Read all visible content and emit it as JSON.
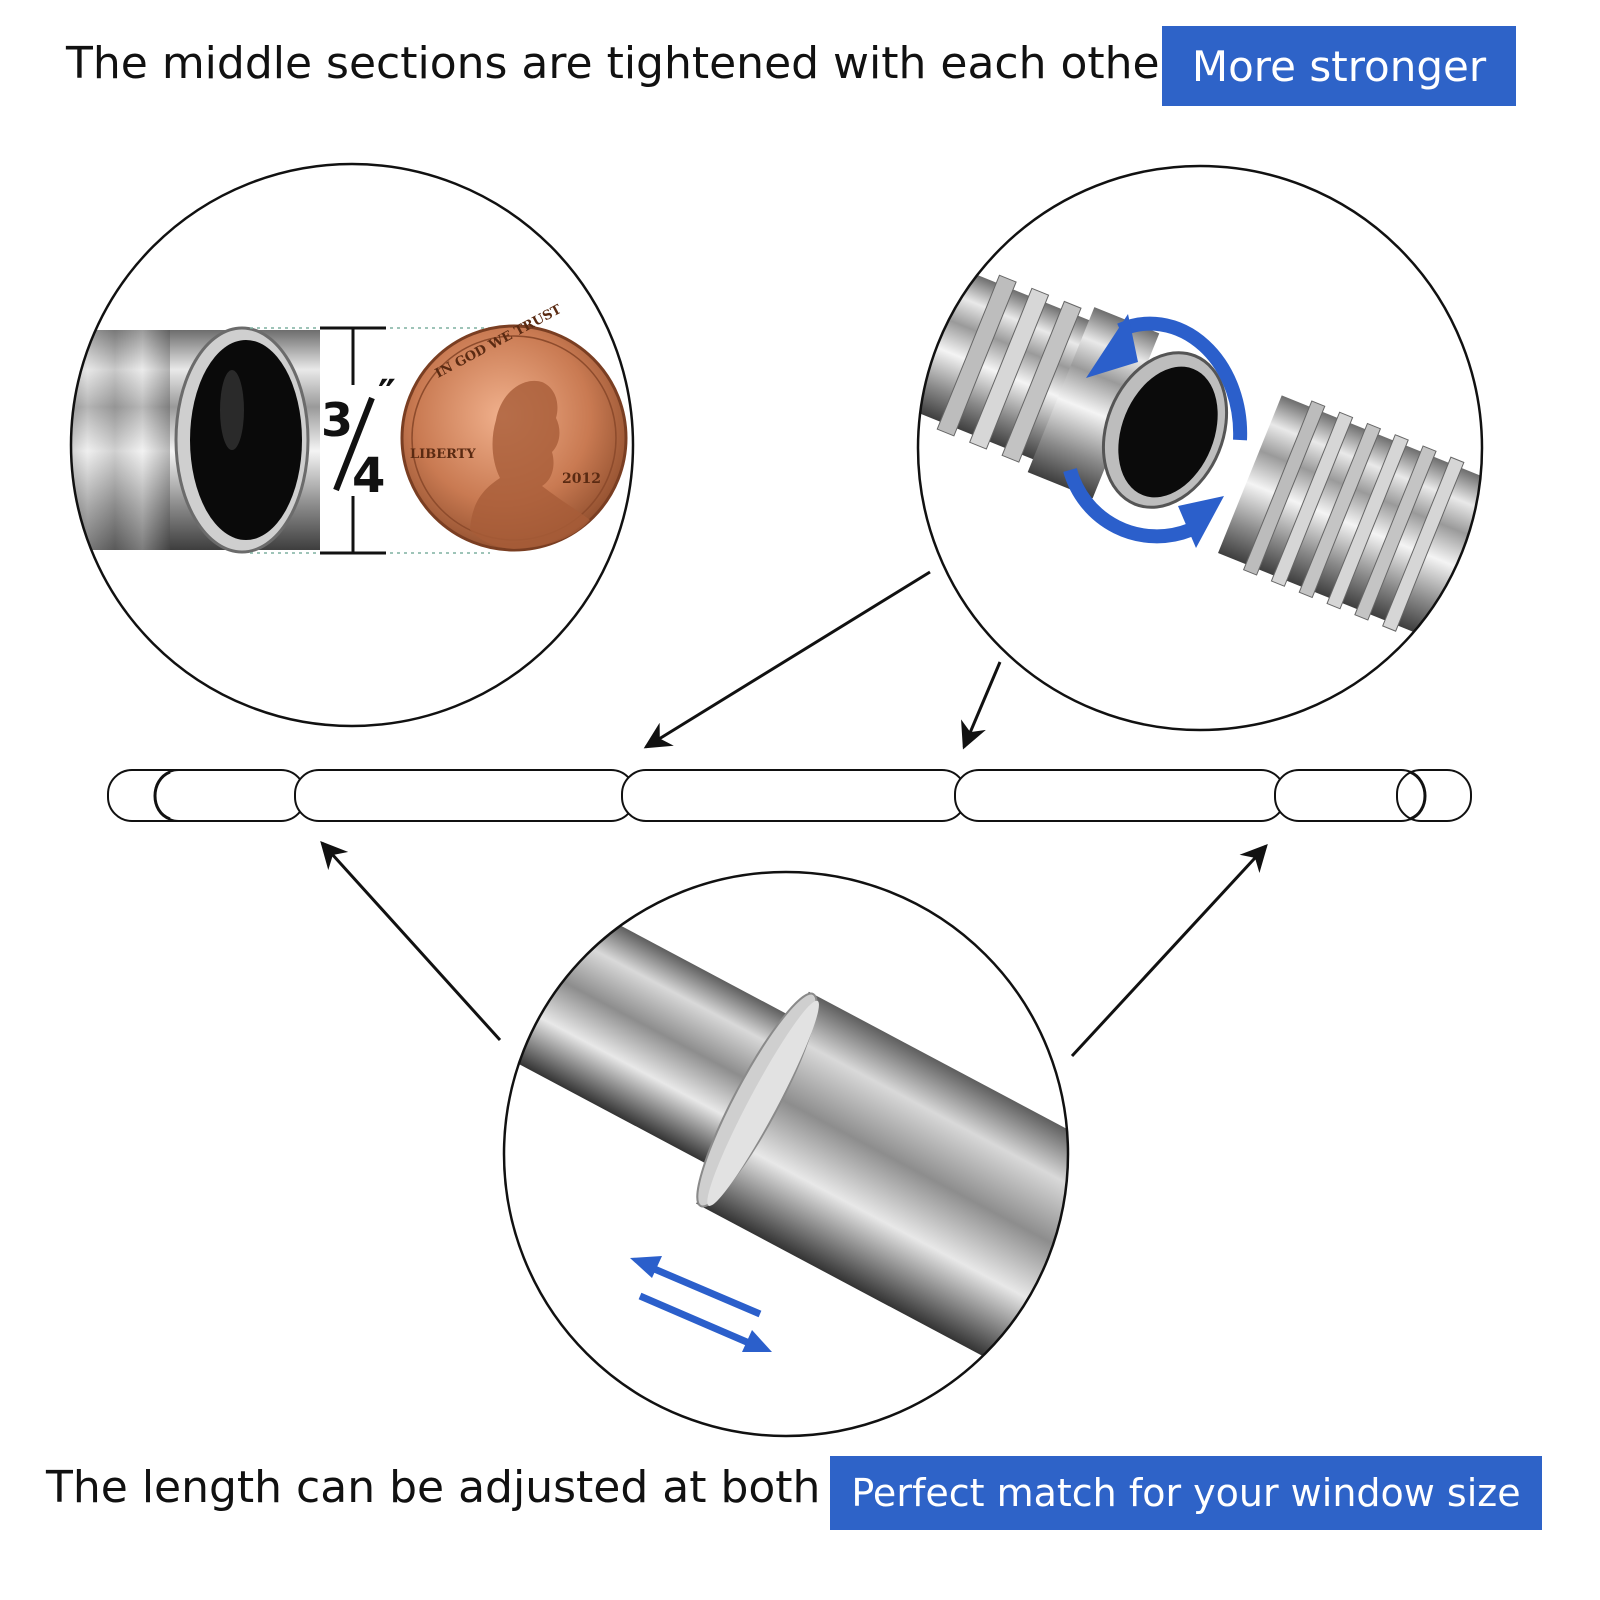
{
  "top_heading": "The middle sections are tightened with each other",
  "top_badge": "More stronger",
  "bottom_heading": "The length can be adjusted at both",
  "bottom_badge": "Perfect match for your window size",
  "diameter_label": {
    "numerator": "3",
    "denominator": "4",
    "unit": "″"
  },
  "coin": {
    "motto": "IN GOD WE TRUST",
    "word": "LIBERTY",
    "year": "2012"
  },
  "colors": {
    "badge_blue": "#2e63c8",
    "arrow_blue": "#2b5fcb",
    "text": "#111111",
    "copper": "#c97a52"
  },
  "icons": {
    "rotate_arrows": "circular-rotate-arrows-icon",
    "slide_arrows": "bidirectional-slide-arrows-icon",
    "pointer_arrows": "black-pointer-arrow-icon"
  }
}
